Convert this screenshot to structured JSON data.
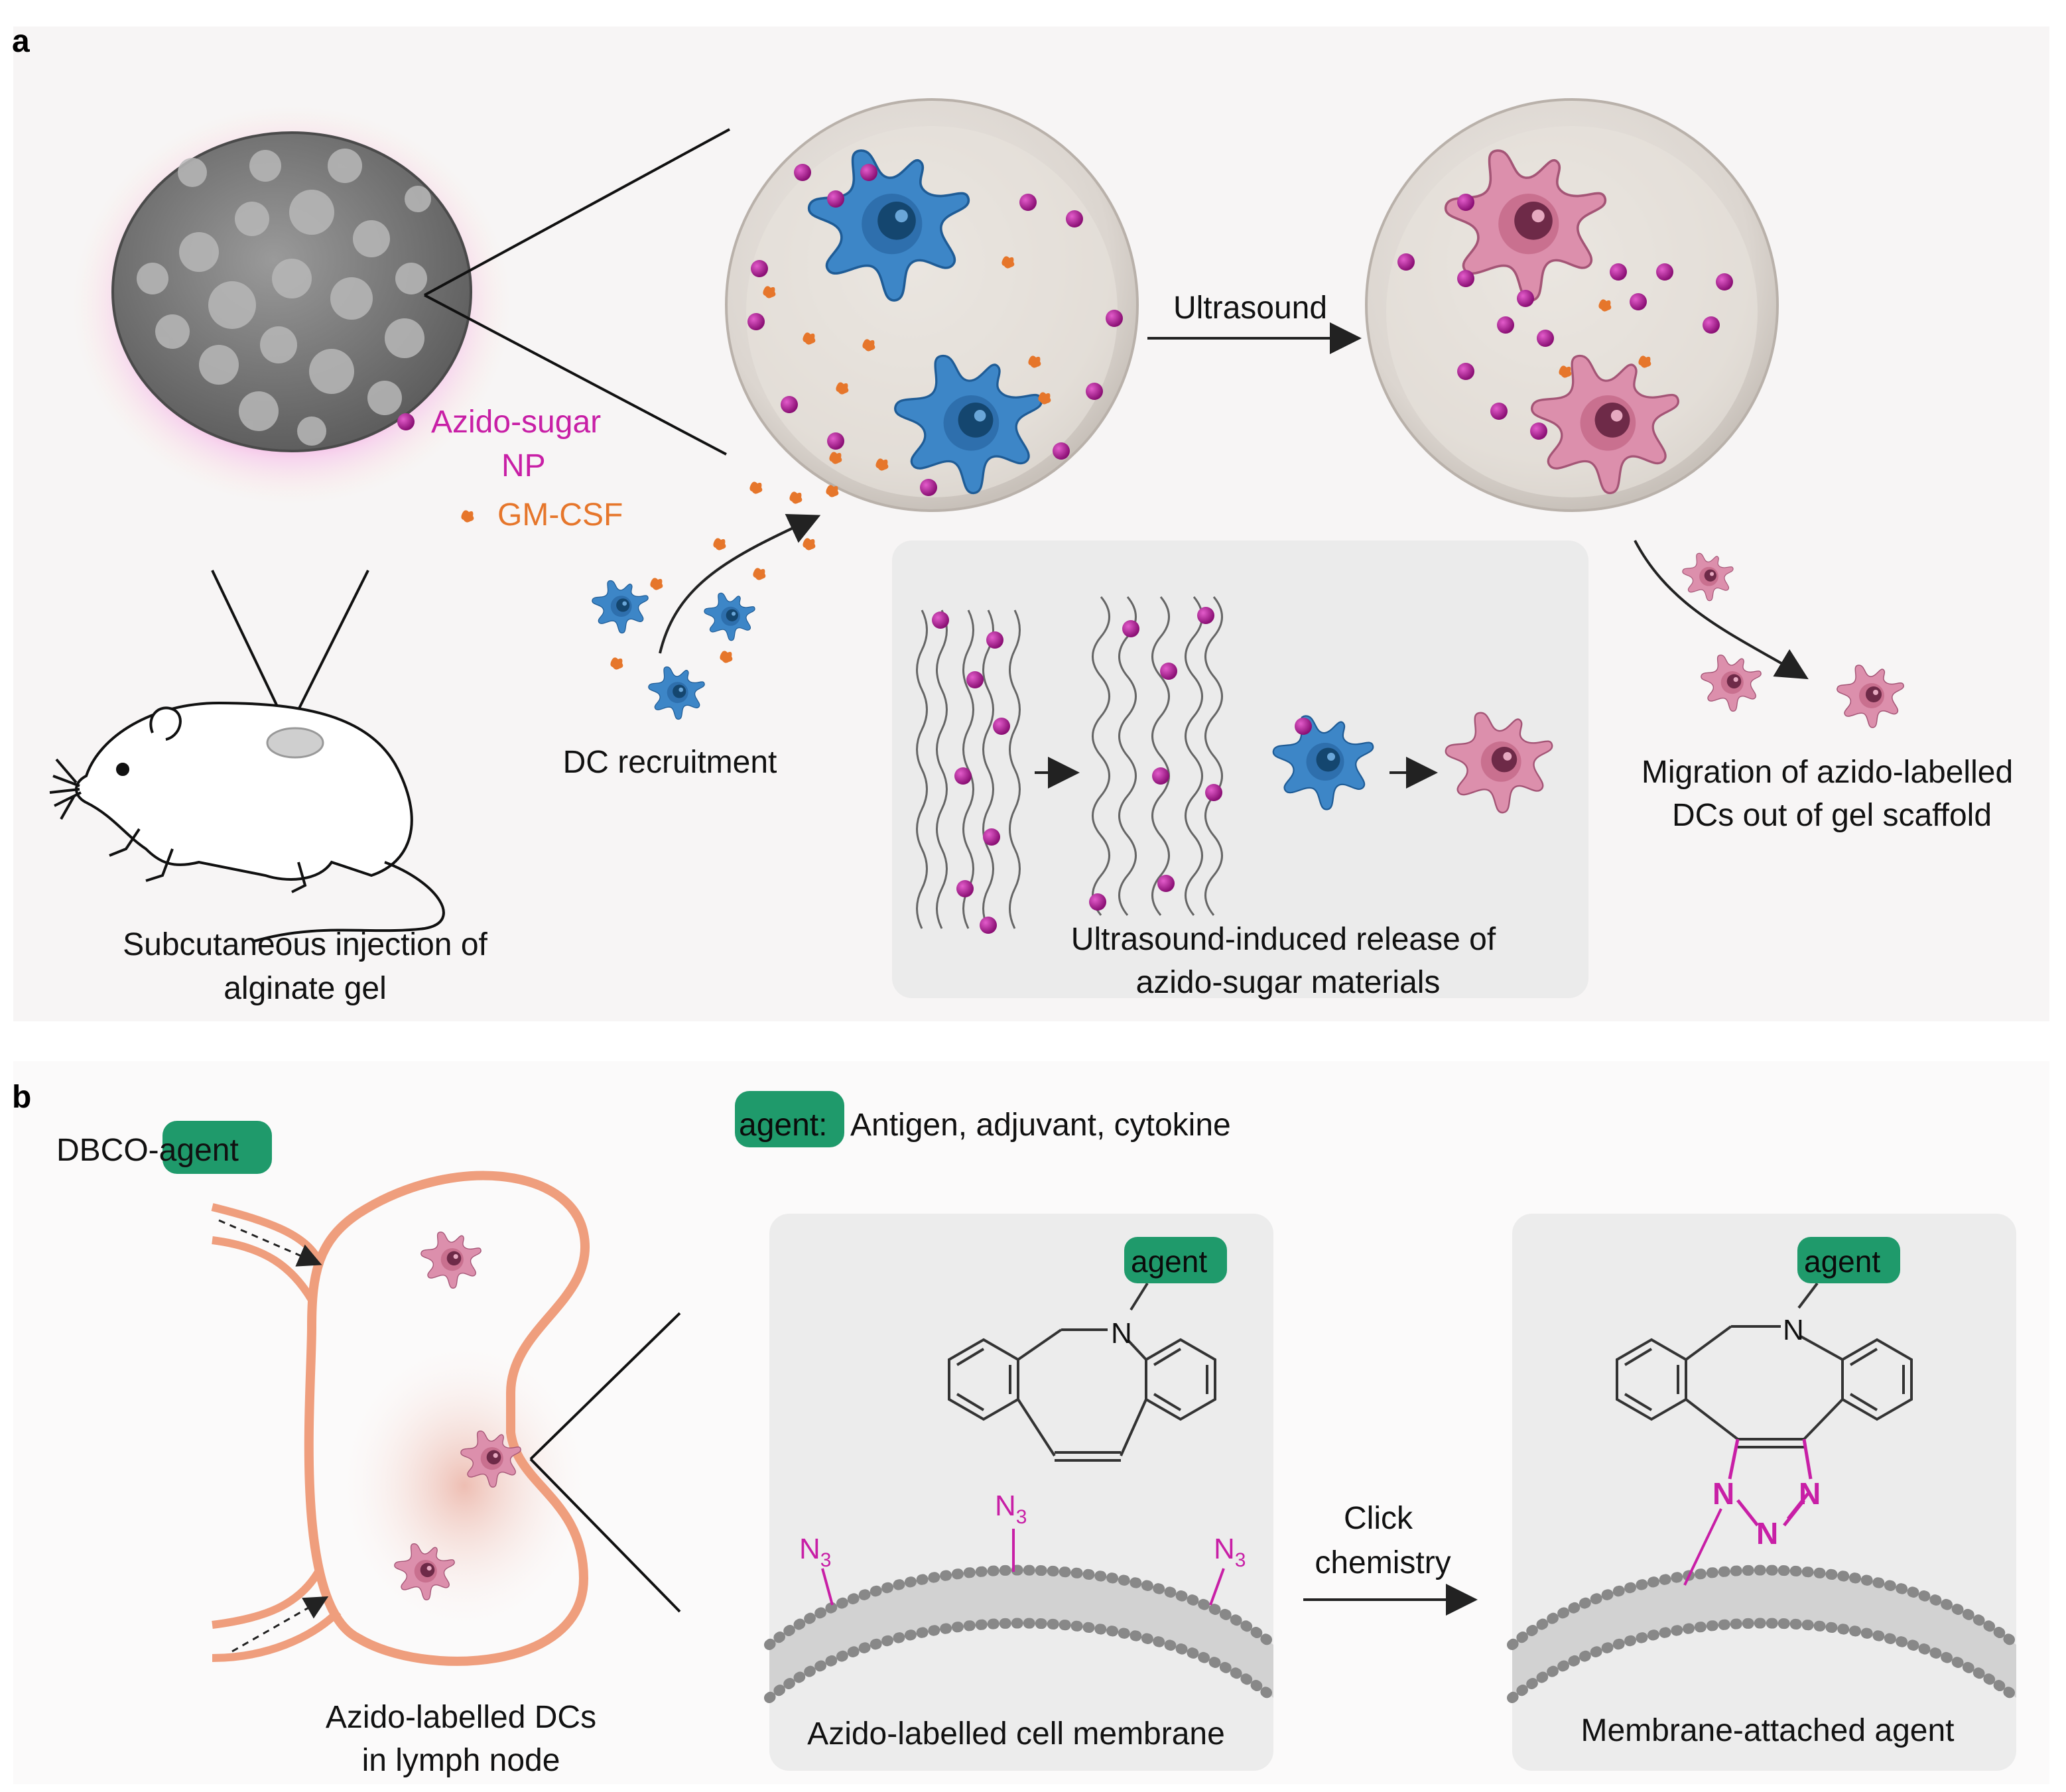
{
  "panel_a": {
    "panel_label": "a",
    "legend": {
      "azido_line1": "Azido-sugar",
      "azido_line2": "NP",
      "gmcsf": "GM-CSF"
    },
    "ultrasound_label": "Ultrasound",
    "dc_recruitment": "DC recruitment",
    "injection_line1": "Subcutaneous injection of",
    "injection_line2": "alginate gel",
    "release_line1": "Ultrasound-induced release of",
    "release_line2": "azido-sugar materials",
    "migration_line1": "Migration of azido-labelled",
    "migration_line2": "DCs out of gel scaffold"
  },
  "panel_b": {
    "panel_label": "b",
    "dbco_prefix": "DBCO-",
    "agent_word": "agent",
    "agent_key_label": "agent:",
    "agent_key_text": "Antigen, adjuvant, cytokine",
    "n3": "N",
    "n3_sub": "3",
    "n_atom": "N",
    "click_line1": "Click",
    "click_line2": "chemistry",
    "lymph_line1": "Azido-labelled DCs",
    "lymph_line2": "in lymph node",
    "membrane_caption": "Azido-labelled cell membrane",
    "attached_caption": "Membrane-attached agent"
  },
  "colors": {
    "azido_np": "#a8178f",
    "gmcsf": "#e6762b",
    "dc_blue": "#3c86c6",
    "dc_pink": "#d98ba8",
    "lymph_node": "#f0a07a",
    "agent_tag": "#1f9a6b",
    "n3_magenta": "#c81fa6"
  }
}
